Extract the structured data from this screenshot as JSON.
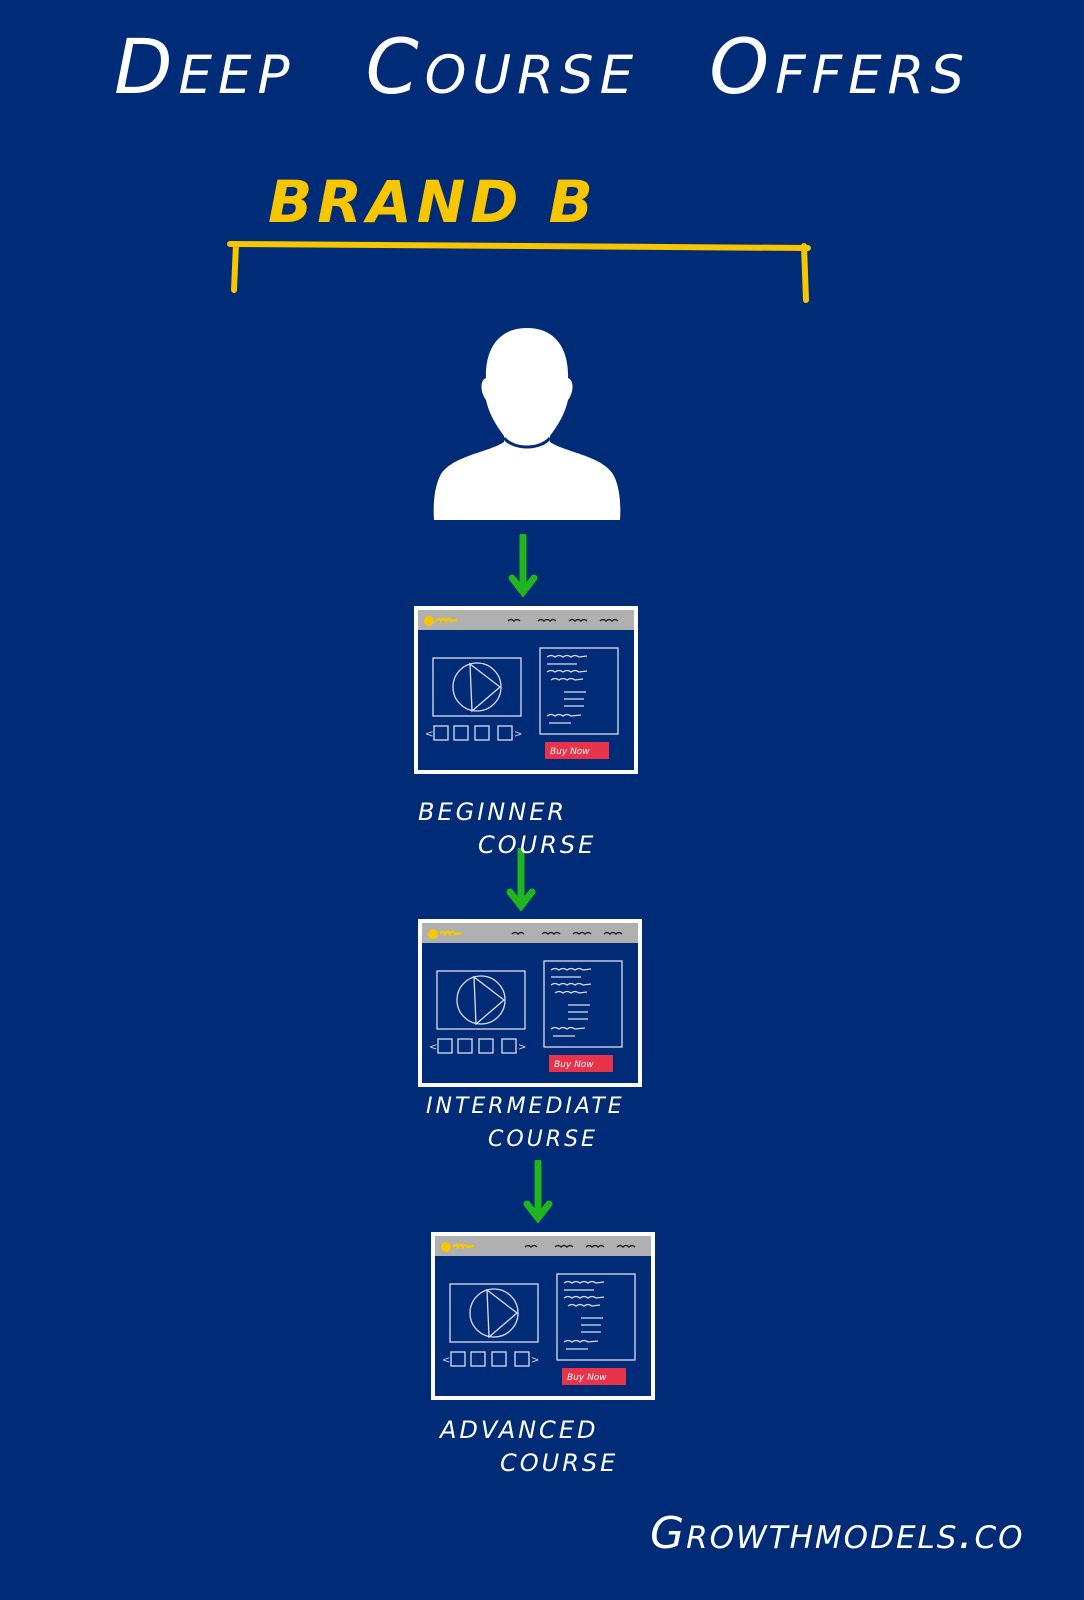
{
  "title": "Deep Course Offers",
  "brand": "BRAND B",
  "colors": {
    "background": "#002c77",
    "brand": "#f7c600",
    "arrow": "#1fb51f",
    "buy_button": "#e8334a"
  },
  "courses": [
    {
      "line1": "BEGINNER",
      "line2": "COURSE",
      "button": "Buy Now"
    },
    {
      "line1": "INTERMEDIATE",
      "line2": "COURSE",
      "button": "Buy Now"
    },
    {
      "line1": "ADVANCED",
      "line2": "COURSE",
      "button": "Buy Now"
    }
  ],
  "footer": "Growthmodels.co"
}
